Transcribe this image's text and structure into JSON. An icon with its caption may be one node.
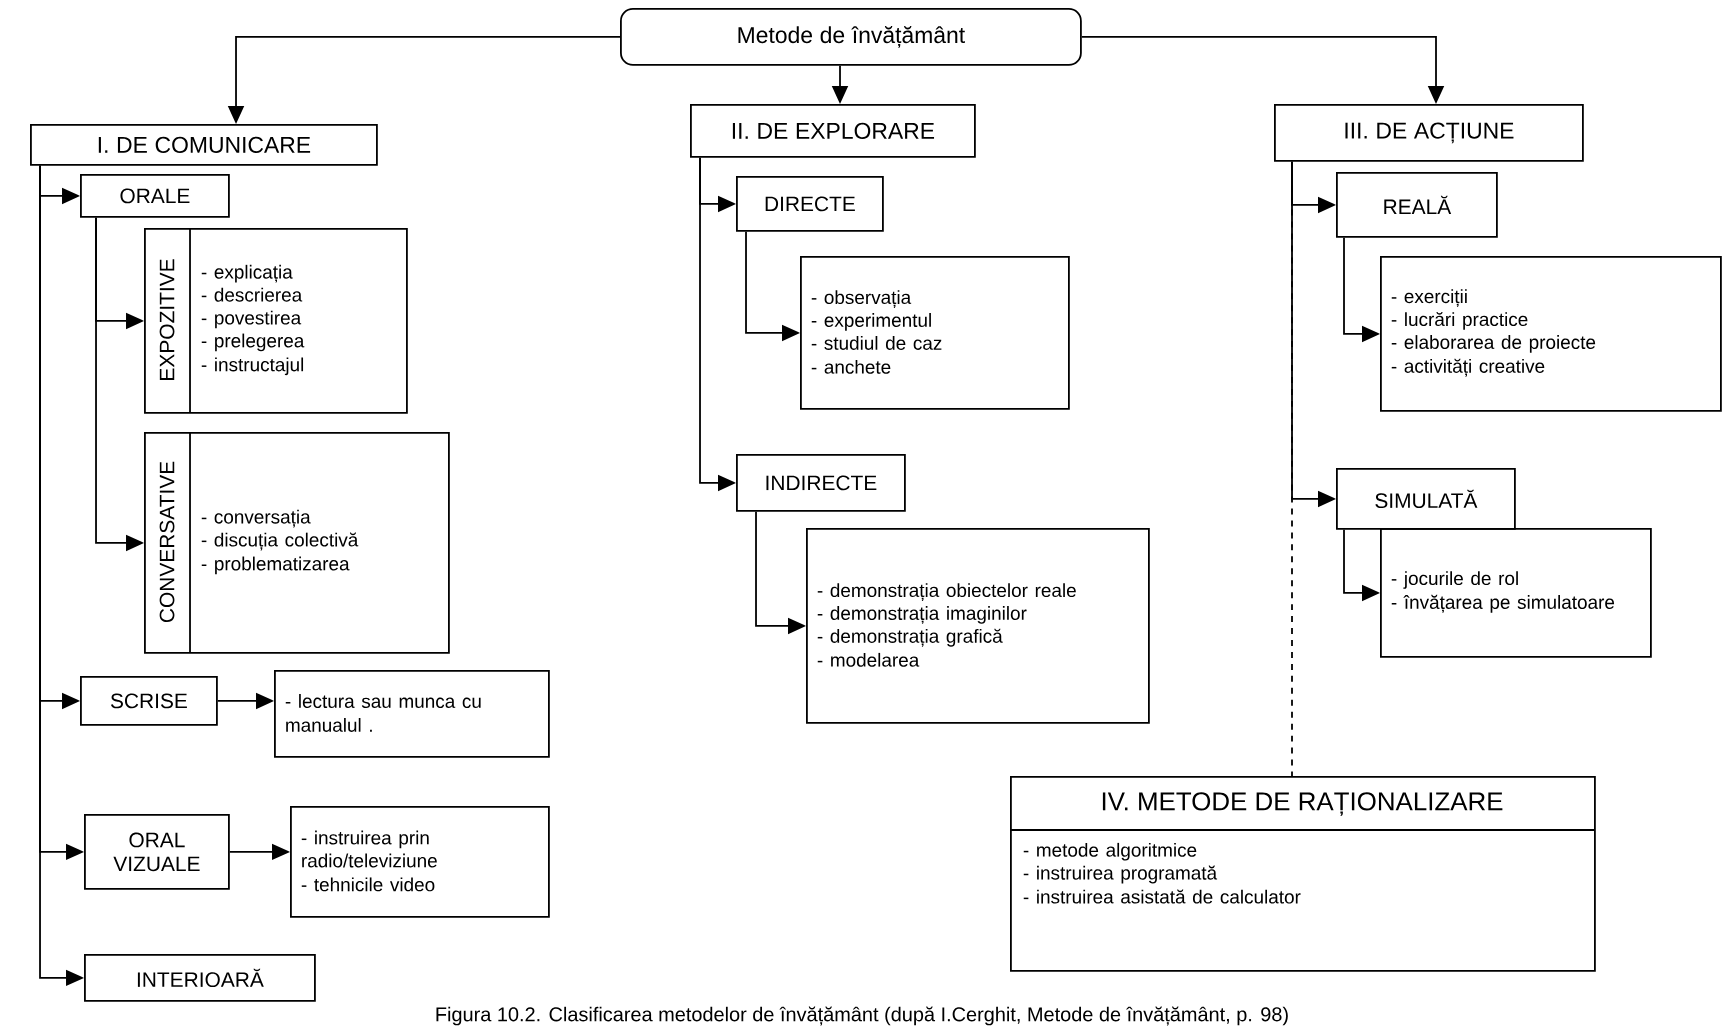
{
  "diagram": {
    "caption": "Figura 10.2. Clasificarea metodelor de învățământ (după I.Cerghit, Metode de învățământ, p. 98)",
    "nodes": [
      {
        "text": [
          "Metode de învățământ"
        ]
      },
      {
        "text": [
          "I. DE COMUNICARE"
        ]
      },
      {
        "text": [
          "ORALE"
        ]
      },
      {
        "text": [
          "EXPOZITIVE",
          "- explicația",
          "- descrierea",
          "- povestirea",
          "- prelegerea",
          "- instructajul"
        ]
      },
      {
        "text": [
          "CONVERSATIVE",
          "- conversația",
          "- discuția colectivă",
          "- problematizarea"
        ]
      },
      {
        "text": [
          "SCRISE"
        ]
      },
      {
        "text": [
          "- lectura sau munca cu manualul ."
        ]
      },
      {
        "text": [
          "ORAL VIZUALE"
        ]
      },
      {
        "text": [
          "- instruirea prin radio/televiziune",
          "- tehnicile video"
        ]
      },
      {
        "text": [
          "INTERIOARĂ"
        ]
      },
      {
        "text": [
          "II. DE EXPLORARE"
        ]
      },
      {
        "text": [
          "DIRECTE"
        ]
      },
      {
        "text": [
          "- observația",
          "- experimentul",
          "- studiul de caz",
          "- anchete"
        ]
      },
      {
        "text": [
          "INDIRECTE"
        ]
      },
      {
        "text": [
          "- demonstrația obiectelor reale",
          "- demonstrația imaginilor",
          "- demonstrația grafică",
          "- modelarea"
        ]
      },
      {
        "text": [
          "III. DE ACȚIUNE"
        ]
      },
      {
        "text": [
          "REALĂ"
        ]
      },
      {
        "text": [
          "- exerciții",
          "- lucrări practice",
          "- elaborarea de proiecte",
          "- activități creative"
        ]
      },
      {
        "text": [
          "SIMULATĂ"
        ]
      },
      {
        "text": [
          "- jocurile de rol",
          "- învățarea pe simulatoare"
        ]
      },
      {
        "text": [
          "IV. METODE DE RAȚIONALIZARE",
          "- metode algoritmice",
          "- instruirea programată",
          "- instruirea asistată de calculator"
        ]
      }
    ],
    "edges": [
      {
        "from": 0,
        "to": 1,
        "arrow": "to"
      },
      {
        "from": 0,
        "to": 10,
        "arrow": "to"
      },
      {
        "from": 0,
        "to": 15,
        "arrow": "to"
      },
      {
        "from": 1,
        "to": 2,
        "arrow": "to"
      },
      {
        "from": 2,
        "to": 3,
        "arrow": "to"
      },
      {
        "from": 2,
        "to": 4,
        "arrow": "to"
      },
      {
        "from": 1,
        "to": 5,
        "arrow": "to"
      },
      {
        "from": 5,
        "to": 6,
        "arrow": "to"
      },
      {
        "from": 1,
        "to": 7,
        "arrow": "to"
      },
      {
        "from": 7,
        "to": 8,
        "arrow": "to"
      },
      {
        "from": 1,
        "to": 9,
        "arrow": "to"
      },
      {
        "from": 10,
        "to": 11,
        "arrow": "to"
      },
      {
        "from": 11,
        "to": 12,
        "arrow": "to"
      },
      {
        "from": 10,
        "to": 13,
        "arrow": "to"
      },
      {
        "from": 13,
        "to": 14,
        "arrow": "to"
      },
      {
        "from": 15,
        "to": 16,
        "arrow": "to"
      },
      {
        "from": 16,
        "to": 17,
        "arrow": "to"
      },
      {
        "from": 15,
        "to": 18,
        "arrow": "to"
      },
      {
        "from": 18,
        "to": 19,
        "arrow": "to"
      },
      {
        "from": 15,
        "to": 20,
        "arrow": "none",
        "style": "dashed"
      }
    ]
  }
}
